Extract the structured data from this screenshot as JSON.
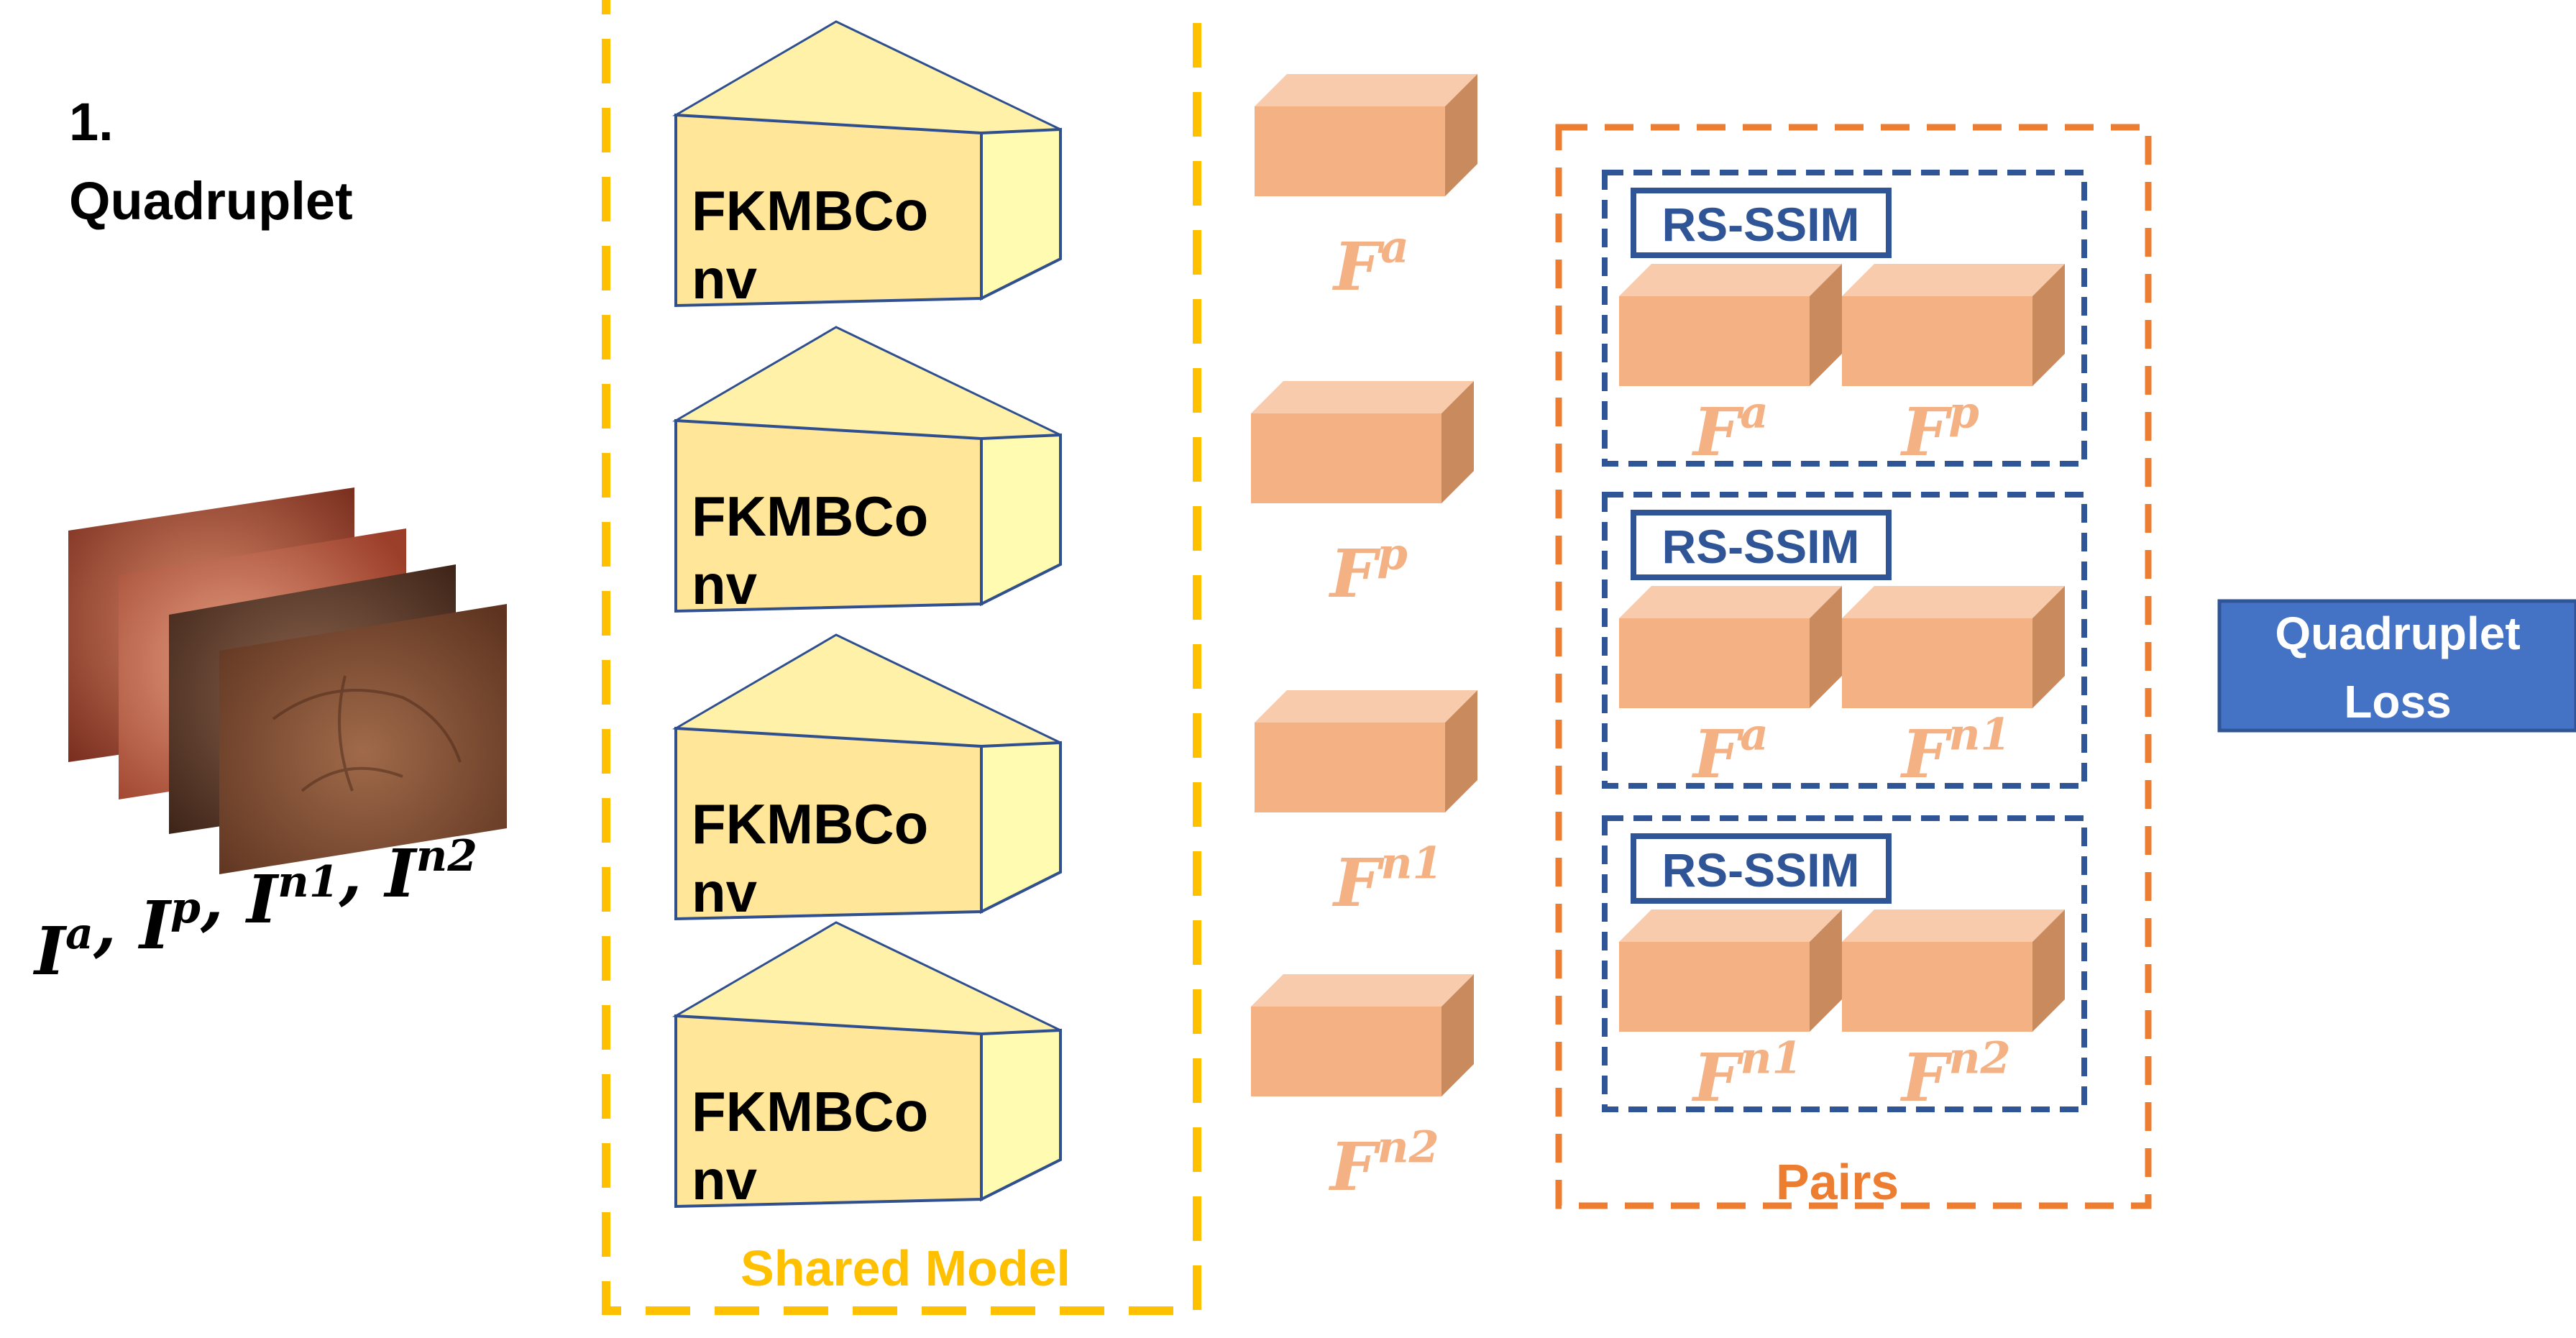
{
  "step_title": {
    "number": "1.",
    "name": "Quadruplet"
  },
  "input_images": {
    "caption": "I^a , I^p , I^n1 , I^n2",
    "caption_parts": [
      {
        "base": "I",
        "sup": "a"
      },
      {
        "sep": ", "
      },
      {
        "base": "I",
        "sup": "p"
      },
      {
        "sep": ", "
      },
      {
        "base": "I",
        "sup": "n1"
      },
      {
        "sep": ", "
      },
      {
        "base": "I",
        "sup": "n2"
      }
    ]
  },
  "shared_model": {
    "label": "Shared Model",
    "blocks": [
      {
        "line1": "FKMBCo",
        "line2": "nv"
      },
      {
        "line1": "FKMBCo",
        "line2": "nv"
      },
      {
        "line1": "FKMBCo",
        "line2": "nv"
      },
      {
        "line1": "FKMBCo",
        "line2": "nv"
      }
    ]
  },
  "features": [
    {
      "base": "F",
      "sup": "a"
    },
    {
      "base": "F",
      "sup": "p"
    },
    {
      "base": "F",
      "sup": "n1"
    },
    {
      "base": "F",
      "sup": "n2"
    }
  ],
  "pairs": {
    "label": "Pairs",
    "groups": [
      {
        "metric": "RS-SSIM",
        "left": {
          "base": "F",
          "sup": "a"
        },
        "right": {
          "base": "F",
          "sup": "p"
        }
      },
      {
        "metric": "RS-SSIM",
        "left": {
          "base": "F",
          "sup": "a"
        },
        "right": {
          "base": "F",
          "sup": "n1"
        }
      },
      {
        "metric": "RS-SSIM",
        "left": {
          "base": "F",
          "sup": "n1"
        },
        "right": {
          "base": "F",
          "sup": "n2"
        }
      }
    ]
  },
  "loss": {
    "line1": "Quadruplet",
    "line2": "Loss"
  },
  "colors": {
    "yellow_dash": "#FFC000",
    "orange_dash": "#ED7D31",
    "navy": "#2F5597",
    "loss_fill": "#4472C4",
    "box_front": "#F4B183",
    "box_top": "#F8CBAD",
    "box_side": "#C98A5E",
    "feature_text": "#F4B183",
    "wedge_front": "#FFE699",
    "wedge_top": "#FFF2A8",
    "wedge_side": "#FFFBB0",
    "wedge_edge": "#2F4F8F",
    "image_colors": [
      "#B85A3C",
      "#C96A4A",
      "#6E4431",
      "#8A5235"
    ]
  }
}
